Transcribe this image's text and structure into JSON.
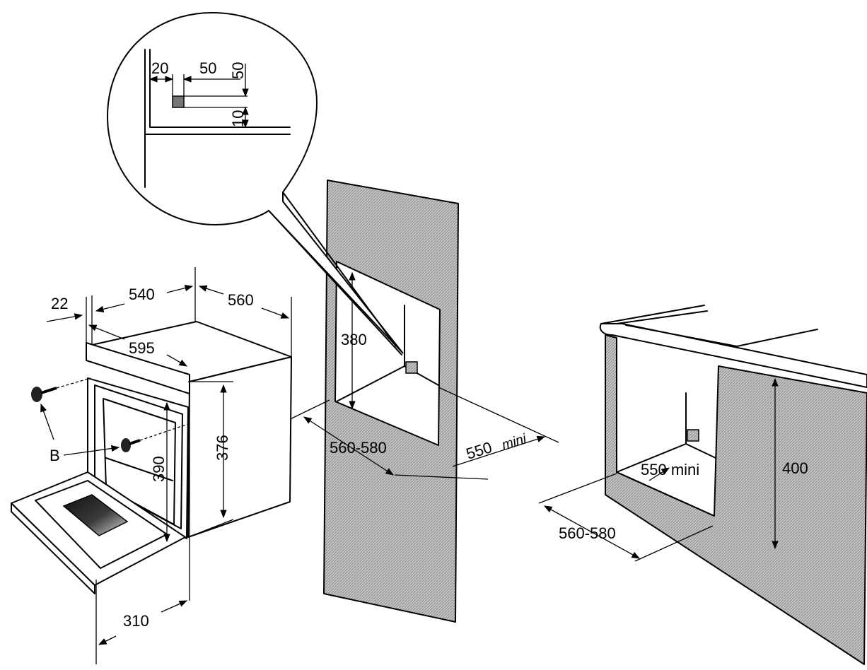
{
  "oven": {
    "dim_22": "22",
    "dim_540": "540",
    "dim_560": "560",
    "dim_595": "595",
    "dim_376": "376",
    "dim_390": "390",
    "dim_310": "310",
    "label_b": "B"
  },
  "detail": {
    "dim_20": "20",
    "dim_50_horizontal": "50",
    "dim_50_vertical": "50",
    "dim_10": "10"
  },
  "column_niche": {
    "dim_380": "380",
    "dim_560_580": "560-580",
    "dim_550_value": "550",
    "dim_550_suffix": "mini"
  },
  "worktop_niche": {
    "dim_550_mini": "550 mini",
    "dim_400": "400",
    "dim_560_580": "560-580"
  },
  "colors": {
    "line": "#000000",
    "panel_hatch": "#a8a8a8",
    "panel_hatch_light": "#d0d0d0",
    "detail_block": "#777777",
    "background": "#ffffff"
  }
}
